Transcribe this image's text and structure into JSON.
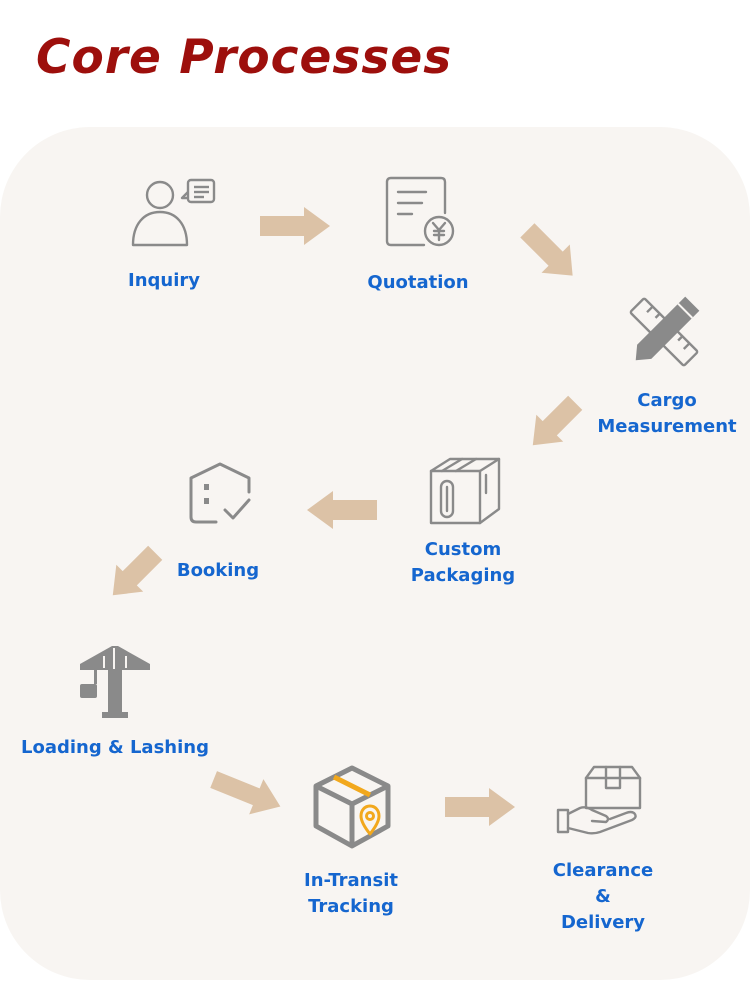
{
  "title": "Core Processes",
  "steps": [
    {
      "label": "Inquiry",
      "icon": "user-chat-icon"
    },
    {
      "label": "Quotation",
      "icon": "document-yen-icon"
    },
    {
      "label_lines": [
        "Cargo",
        "Measurement"
      ],
      "icon": "ruler-pencil-icon"
    },
    {
      "label_lines": [
        "Custom",
        "Packaging"
      ],
      "icon": "crate-icon"
    },
    {
      "label": "Booking",
      "icon": "building-check-icon"
    },
    {
      "label": "Loading & Lashing",
      "icon": "crane-icon"
    },
    {
      "label_lines": [
        "In-Transit",
        "Tracking"
      ],
      "icon": "box-location-icon"
    },
    {
      "label_lines": [
        "Clearance",
        "&",
        "Delivery"
      ],
      "icon": "hand-box-icon"
    }
  ],
  "colors": {
    "title": "#9d0f0c",
    "label": "#1566cf",
    "icon": "#8a8a8a",
    "arrow": "#dcc2a6",
    "panel": "#f8f5f2",
    "accent": "#f2a81d"
  }
}
